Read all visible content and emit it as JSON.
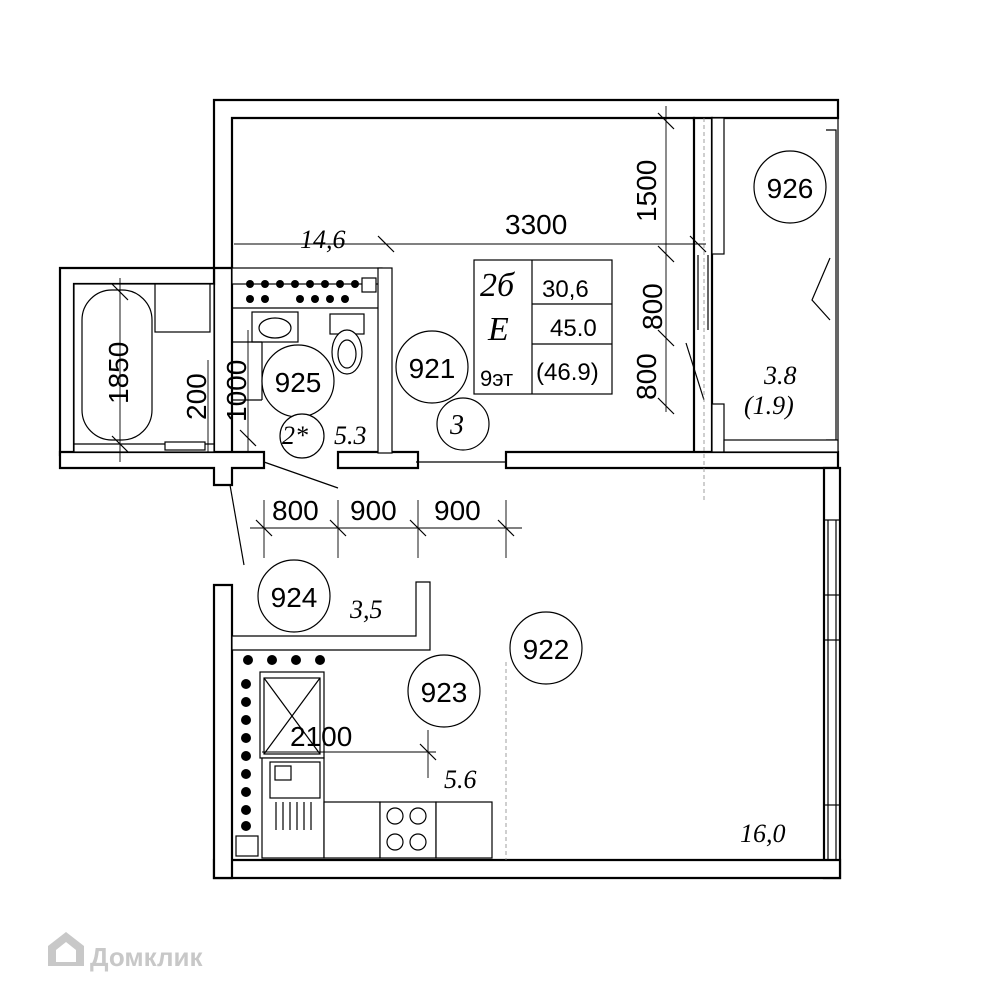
{
  "rooms": {
    "corridor": {
      "tag": "921",
      "area": "14,6"
    },
    "living": {
      "tag": "922",
      "area": "16,0"
    },
    "kitchen": {
      "tag": "923",
      "area": "5.6"
    },
    "hall": {
      "tag": "924",
      "area": "3,5"
    },
    "bathroom": {
      "tag": "925",
      "area_prefix": "2*",
      "area": "5.3"
    },
    "balcony": {
      "tag": "926",
      "area": "3.8",
      "area_reduced": "(1.9)"
    }
  },
  "legend": {
    "type": "2б",
    "type_letter": "Е",
    "living_area": "30,6",
    "total_area": "45.0",
    "total_with_balcony": "(46.9)",
    "floor": "9эт"
  },
  "circle_mark": "3",
  "dimensions": {
    "top_width": "3300",
    "top_right_height": "1500",
    "window_width_1": "800",
    "window_width_2": "800",
    "bath_length": "1850",
    "bath_gap": "200",
    "bath_height": "1000",
    "door_1": "800",
    "door_2": "900",
    "door_3": "900",
    "kitchen_width": "2100"
  },
  "watermark": "Домклик",
  "colors": {
    "lines": "#000000",
    "watermark": "#c8c8c8"
  }
}
